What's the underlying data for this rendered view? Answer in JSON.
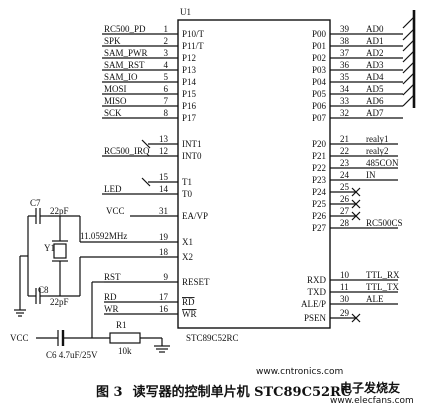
{
  "chip": {
    "ref": "U1",
    "part": "STC89C52RC",
    "left_pins": [
      {
        "num": "1",
        "name": "P10/T",
        "signal": "RC500_PD"
      },
      {
        "num": "2",
        "name": "P11/T",
        "signal": "SPK"
      },
      {
        "num": "3",
        "name": "P12",
        "signal": "SAM_PWR"
      },
      {
        "num": "4",
        "name": "P13",
        "signal": "SAM_RST"
      },
      {
        "num": "5",
        "name": "P14",
        "signal": "SAM_IO"
      },
      {
        "num": "6",
        "name": "P15",
        "signal": "MOSI"
      },
      {
        "num": "7",
        "name": "P16",
        "signal": "MISO"
      },
      {
        "num": "8",
        "name": "P17",
        "signal": "SCK"
      },
      {
        "num": "13",
        "name": "INT1",
        "signal": ""
      },
      {
        "num": "12",
        "name": "INT0",
        "signal": "RC500_IRQ"
      },
      {
        "num": "15",
        "name": "T1",
        "signal": ""
      },
      {
        "num": "14",
        "name": "T0",
        "signal": "LED"
      },
      {
        "num": "31",
        "name": "EA/VP",
        "signal": "VCC"
      },
      {
        "num": "19",
        "name": "X1",
        "signal": ""
      },
      {
        "num": "18",
        "name": "X2",
        "signal": ""
      },
      {
        "num": "9",
        "name": "RESET",
        "signal": "RST"
      },
      {
        "num": "17",
        "name": "RD",
        "signal": "RD"
      },
      {
        "num": "16",
        "name": "WR",
        "signal": "WR"
      }
    ],
    "right_pins": [
      {
        "num": "39",
        "name": "P00",
        "signal": "AD0"
      },
      {
        "num": "38",
        "name": "P01",
        "signal": "AD1"
      },
      {
        "num": "37",
        "name": "P02",
        "signal": "AD2"
      },
      {
        "num": "36",
        "name": "P03",
        "signal": "AD3"
      },
      {
        "num": "35",
        "name": "P04",
        "signal": "AD4"
      },
      {
        "num": "34",
        "name": "P05",
        "signal": "AD5"
      },
      {
        "num": "33",
        "name": "P06",
        "signal": "AD6"
      },
      {
        "num": "32",
        "name": "P07",
        "signal": "AD7"
      },
      {
        "num": "21",
        "name": "P20",
        "signal": "realy1"
      },
      {
        "num": "22",
        "name": "P21",
        "signal": "realy2"
      },
      {
        "num": "23",
        "name": "P22",
        "signal": "485CON"
      },
      {
        "num": "24",
        "name": "P23",
        "signal": "IN"
      },
      {
        "num": "25",
        "name": "P24",
        "signal": ""
      },
      {
        "num": "26",
        "name": "P25",
        "signal": ""
      },
      {
        "num": "27",
        "name": "P26",
        "signal": ""
      },
      {
        "num": "28",
        "name": "P27",
        "signal": "RC500CS"
      },
      {
        "num": "10",
        "name": "RXD",
        "signal": "TTL_RX"
      },
      {
        "num": "11",
        "name": "TXD",
        "signal": "TTL_TX"
      },
      {
        "num": "30",
        "name": "ALE/P",
        "signal": "ALE"
      },
      {
        "num": "29",
        "name": "PSEN",
        "signal": ""
      }
    ]
  },
  "components": {
    "c7_ref": "C7",
    "c7_value": "22pF",
    "c8_ref": "C8",
    "c8_value": "22pF",
    "y1_ref": "Y1",
    "y1_value": "11.0592MHz",
    "r1_ref": "R1",
    "r1_value": "10k",
    "c6_label": "C6 4.7uF/25V",
    "vcc_label": "VCC"
  },
  "caption": {
    "figure": "图 3",
    "text": "读写器的控制单片机 STC89C52RC"
  },
  "watermark": {
    "url": "www.cntronics.com",
    "site": "www.elecfans.com",
    "brand": "电子发烧友"
  }
}
